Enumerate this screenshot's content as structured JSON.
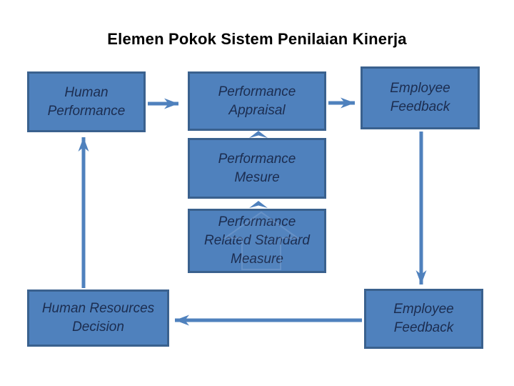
{
  "title": "Elemen Pokok Sistem Penilaian Kinerja",
  "colors": {
    "background": "#ffffff",
    "box_fill": "#4f81bd",
    "box_border": "#3a618e",
    "box_text": "#1c2d50",
    "arrow": "#4f81bd",
    "title_text": "#000000"
  },
  "diagram": {
    "nodes": [
      {
        "id": "human-performance",
        "label": "Human\nPerformance"
      },
      {
        "id": "performance-appraisal",
        "label": "Performance\nAppraisal"
      },
      {
        "id": "employee-feedback-top",
        "label": "Employee\nFeedback"
      },
      {
        "id": "performance-mesure",
        "label": "Performance\nMesure"
      },
      {
        "id": "performance-related-standard-measure",
        "label": "Performance\nRelated Standard\nMeasure"
      },
      {
        "id": "human-resources-decision",
        "label": "Human Resources\nDecision"
      },
      {
        "id": "employee-feedback-bottom",
        "label": "Employee\nFeedback"
      }
    ],
    "connections": [
      {
        "from": "human-performance",
        "to": "performance-appraisal",
        "direction": "right"
      },
      {
        "from": "performance-appraisal",
        "to": "employee-feedback-top",
        "direction": "right"
      },
      {
        "from": "employee-feedback-top",
        "to": "employee-feedback-bottom",
        "direction": "down"
      },
      {
        "from": "employee-feedback-bottom",
        "to": "human-resources-decision",
        "direction": "left"
      },
      {
        "from": "human-resources-decision",
        "to": "human-performance",
        "direction": "up"
      },
      {
        "from": "performance-mesure",
        "to": "performance-appraisal",
        "direction": "up"
      },
      {
        "from": "performance-related-standard-measure",
        "to": "performance-mesure",
        "direction": "up"
      }
    ]
  }
}
